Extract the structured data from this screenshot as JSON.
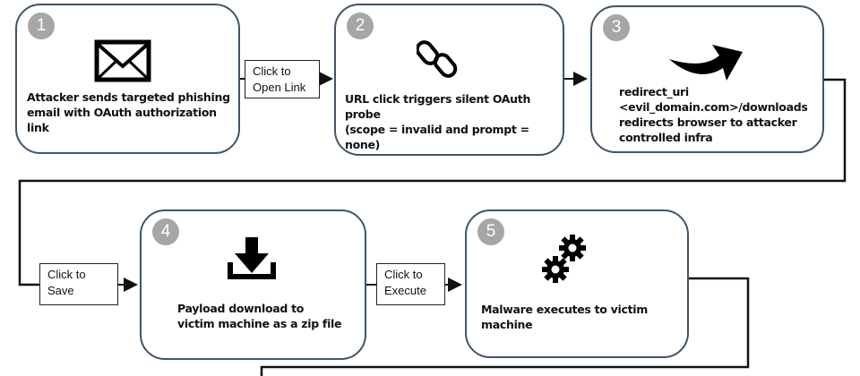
{
  "diagram": {
    "steps": [
      {
        "number": "1",
        "icon": "envelope-icon",
        "description": "Attacker sends targeted phishing\nemail with OAuth authorization link"
      },
      {
        "number": "2",
        "icon": "link-chain-icon",
        "description": "URL click triggers silent OAuth probe\n(scope = invalid and prompt = none)"
      },
      {
        "number": "3",
        "icon": "redirect-arrow-icon",
        "description": "redirect_uri\n<evil_domain.com>/downloads\nredirects browser to attacker\ncontrolled infra"
      },
      {
        "number": "4",
        "icon": "download-icon",
        "description": "Payload download to\nvictim machine as a zip file"
      },
      {
        "number": "5",
        "icon": "gears-icon",
        "description": "Malware executes to victim machine"
      }
    ],
    "transitions": [
      {
        "label": "Click to\nOpen Link"
      },
      {
        "label": "Click to\nSave"
      },
      {
        "label": "Click to\nExecute"
      }
    ],
    "colors": {
      "box_border": "#3f5569",
      "badge_fill": "#a6a6a6",
      "connector": "#111111"
    }
  }
}
